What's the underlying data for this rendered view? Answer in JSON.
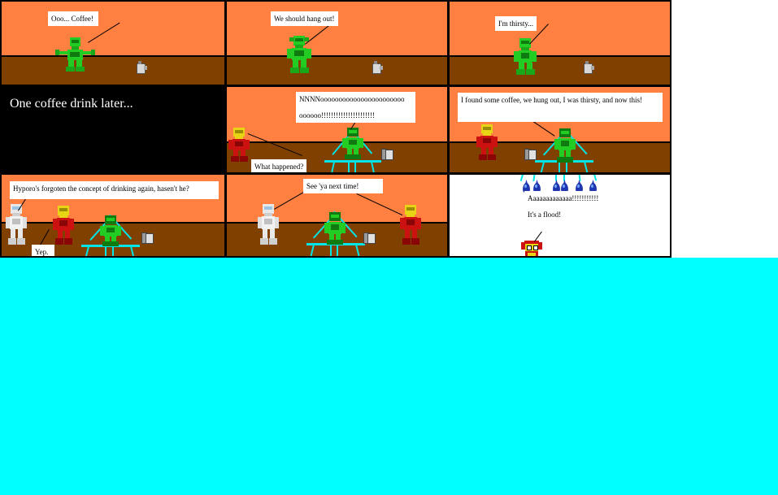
{
  "comic": {
    "title": "Hyporo coffee comic strip",
    "colors": {
      "sky": "#ff8040",
      "ground": "#804000",
      "panel_border": "#000000",
      "caption_bg": "#000000",
      "caption_text": "#ffffff",
      "flood_water": "#00ffff",
      "spray": "#00e5e5",
      "droplet": "#2036b0",
      "bubble_bg": "#ffffff",
      "bubble_text": "#000000"
    },
    "panels": [
      {
        "id": "panel-1",
        "row": 0,
        "col": 0,
        "background": "scene",
        "bubbles": [
          {
            "id": "bubble-ooo-coffee",
            "text": "Ooo... Coffee!"
          }
        ],
        "characters": [
          {
            "name": "green-robot",
            "color": "#22cc22"
          }
        ],
        "props": [
          "coffee-mug"
        ]
      },
      {
        "id": "panel-2",
        "row": 0,
        "col": 1,
        "background": "scene",
        "bubbles": [
          {
            "id": "bubble-hang-out",
            "text": "We should hang out!"
          }
        ],
        "characters": [
          {
            "name": "green-robot",
            "color": "#22cc22"
          }
        ],
        "props": [
          "coffee-mug"
        ]
      },
      {
        "id": "panel-3",
        "row": 0,
        "col": 2,
        "background": "scene",
        "bubbles": [
          {
            "id": "bubble-thirsty",
            "text": "I'm thirsty..."
          }
        ],
        "characters": [
          {
            "name": "green-robot",
            "color": "#22cc22"
          }
        ],
        "props": [
          "coffee-mug"
        ]
      },
      {
        "id": "panel-4",
        "row": 1,
        "col": 0,
        "background": "black-caption",
        "caption": "One coffee drink later...",
        "bubbles": [],
        "characters": [],
        "props": []
      },
      {
        "id": "panel-5",
        "row": 1,
        "col": 1,
        "background": "scene",
        "bubbles": [
          {
            "id": "bubble-nooo",
            "line1": "NNNNooooooooooooooooooooooo",
            "line2": "oooooo!!!!!!!!!!!!!!!!!!!!!!"
          },
          {
            "id": "bubble-what-happened",
            "text": "What happened?"
          }
        ],
        "characters": [
          {
            "name": "red-robot",
            "color": "#cc1111"
          },
          {
            "name": "green-robot-spraying",
            "color": "#22cc22"
          }
        ],
        "props": [
          "coffee-mug",
          "water-spray"
        ]
      },
      {
        "id": "panel-6",
        "row": 1,
        "col": 2,
        "background": "scene",
        "bubbles": [
          {
            "id": "bubble-i-found-some-coffee",
            "text": "I found some coffee, we hung out, I was thirsty, and now this!"
          }
        ],
        "characters": [
          {
            "name": "red-robot",
            "color": "#cc1111"
          },
          {
            "name": "green-robot-spraying",
            "color": "#22cc22"
          }
        ],
        "props": [
          "coffee-mug",
          "water-spray"
        ]
      },
      {
        "id": "panel-7",
        "row": 2,
        "col": 0,
        "background": "scene",
        "bubbles": [
          {
            "id": "bubble-hyporo-forgotten",
            "text": "Hyporo's forgoten the concept of drinking again, hasen't he?"
          },
          {
            "id": "bubble-yep",
            "text": "Yep."
          }
        ],
        "characters": [
          {
            "name": "white-robot",
            "color": "#e8e8e8"
          },
          {
            "name": "red-robot",
            "color": "#cc1111"
          },
          {
            "name": "green-robot-spraying",
            "color": "#22cc22"
          }
        ],
        "props": [
          "coffee-mug",
          "water-spray"
        ]
      },
      {
        "id": "panel-8",
        "row": 2,
        "col": 1,
        "background": "scene",
        "bubbles": [
          {
            "id": "bubble-see-ya",
            "text": "See 'ya next time!"
          }
        ],
        "characters": [
          {
            "name": "white-robot",
            "color": "#e8e8e8"
          },
          {
            "name": "green-robot-spraying",
            "color": "#22cc22"
          },
          {
            "name": "red-robot",
            "color": "#cc1111"
          }
        ],
        "props": [
          "coffee-mug",
          "water-spray"
        ]
      },
      {
        "id": "panel-9",
        "row": 2,
        "col": 2,
        "background": "white",
        "bubbles": [
          {
            "id": "bubble-flood",
            "line1": "Aaaaaaaaaaaaa!!!!!!!!!!!",
            "line2": "It's a flood!"
          }
        ],
        "characters": [
          {
            "name": "small-red-creature",
            "color": "#cc1111"
          }
        ],
        "props": [
          "water-droplets"
        ]
      }
    ]
  }
}
